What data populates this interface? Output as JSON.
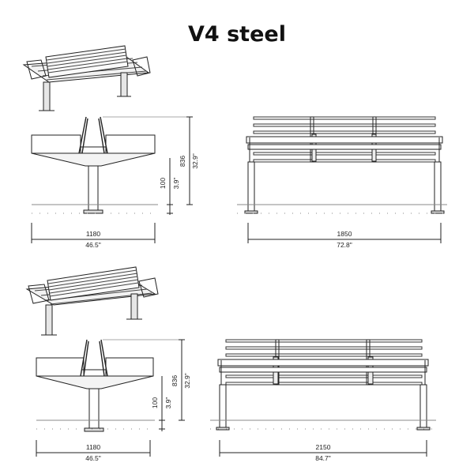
{
  "title": "V4 steel",
  "sets": [
    {
      "section": {
        "height_mm": "836",
        "height_in": "32.9\"",
        "foot_mm": "100",
        "foot_in": "3.9\"",
        "depth_mm": "1180",
        "depth_in": "46.5\""
      },
      "elevation": {
        "length_mm": "1850",
        "length_in": "72.8\""
      }
    },
    {
      "section": {
        "height_mm": "836",
        "height_in": "32.9\"",
        "foot_mm": "100",
        "foot_in": "3.9\"",
        "depth_mm": "1180",
        "depth_in": "46.5\""
      },
      "elevation": {
        "length_mm": "2150",
        "length_in": "84.7\""
      }
    }
  ],
  "colors": {
    "line": "#222222",
    "dim": "#333333",
    "ground": "#888888"
  }
}
